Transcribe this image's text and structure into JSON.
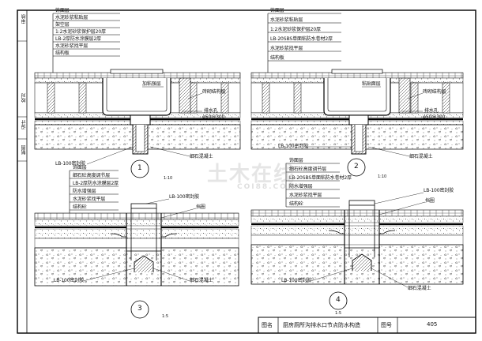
{
  "details": [
    {
      "number": "1",
      "layers": [
        "饰面层",
        "水泥砂浆粘贴层",
        "架空层",
        "1:2水泥砂浆保护层20厚",
        "LB-2厚防水涂膜层2厚",
        "水泥砂浆找平层",
        "结构板"
      ],
      "callouts": {
        "center": "加粘强层",
        "right": "砖砌结构层",
        "drain": "排水孔",
        "drain_spec": "φ50@300",
        "sealant": "LB-100密封胶",
        "fill": "细石混凝土"
      },
      "scale": "1:10"
    },
    {
      "number": "2",
      "layers": [
        "饰面层",
        "水泥砂浆粘贴层",
        "1:2水泥砂浆保护层20厚",
        "LB-20SBS单面粘防水卷材2厚",
        "水泥砂浆找平层",
        "结构板"
      ],
      "callouts": {
        "center": "粘贴面层",
        "right": "砖砌结构层",
        "drain": "排水孔",
        "drain_spec": "φ50@300",
        "sealant": "LB-100密封胶",
        "fill": "细石混凝土"
      },
      "scale": "1:10"
    },
    {
      "number": "3",
      "layers": [
        "饰面层",
        "细石砼高度调节层",
        "LB-2厚防水涂膜层2厚",
        "防水增强层",
        "水泥砂浆找平层",
        "结构砼"
      ],
      "callouts": {
        "top": "LB-100密封胶",
        "right": "挡圈",
        "sealant": "LB-100密封胶",
        "fill": "细石混凝土"
      },
      "scale": "1:5"
    },
    {
      "number": "4",
      "layers": [
        "饰面层",
        "细石砼高度调节层",
        "LB-20SBS单面粘防水卷材2厚",
        "防水增强层",
        "水泥砂浆找平层",
        "结构砼"
      ],
      "callouts": {
        "top": "LB-100密封胶",
        "right": "挡圈",
        "sealant": "LB-100密封胶",
        "fill": "细石混凝土"
      },
      "scale": "1:5"
    }
  ],
  "side_labels": [
    "审核",
    "校对",
    "设计",
    "制图"
  ],
  "title_block": {
    "label_name": "图名",
    "name": "厨房厕所沟排水口节点防水构造",
    "label_number": "图号",
    "number": "405"
  },
  "watermark": {
    "text": "土木在线",
    "sub": "COI88.COM"
  }
}
